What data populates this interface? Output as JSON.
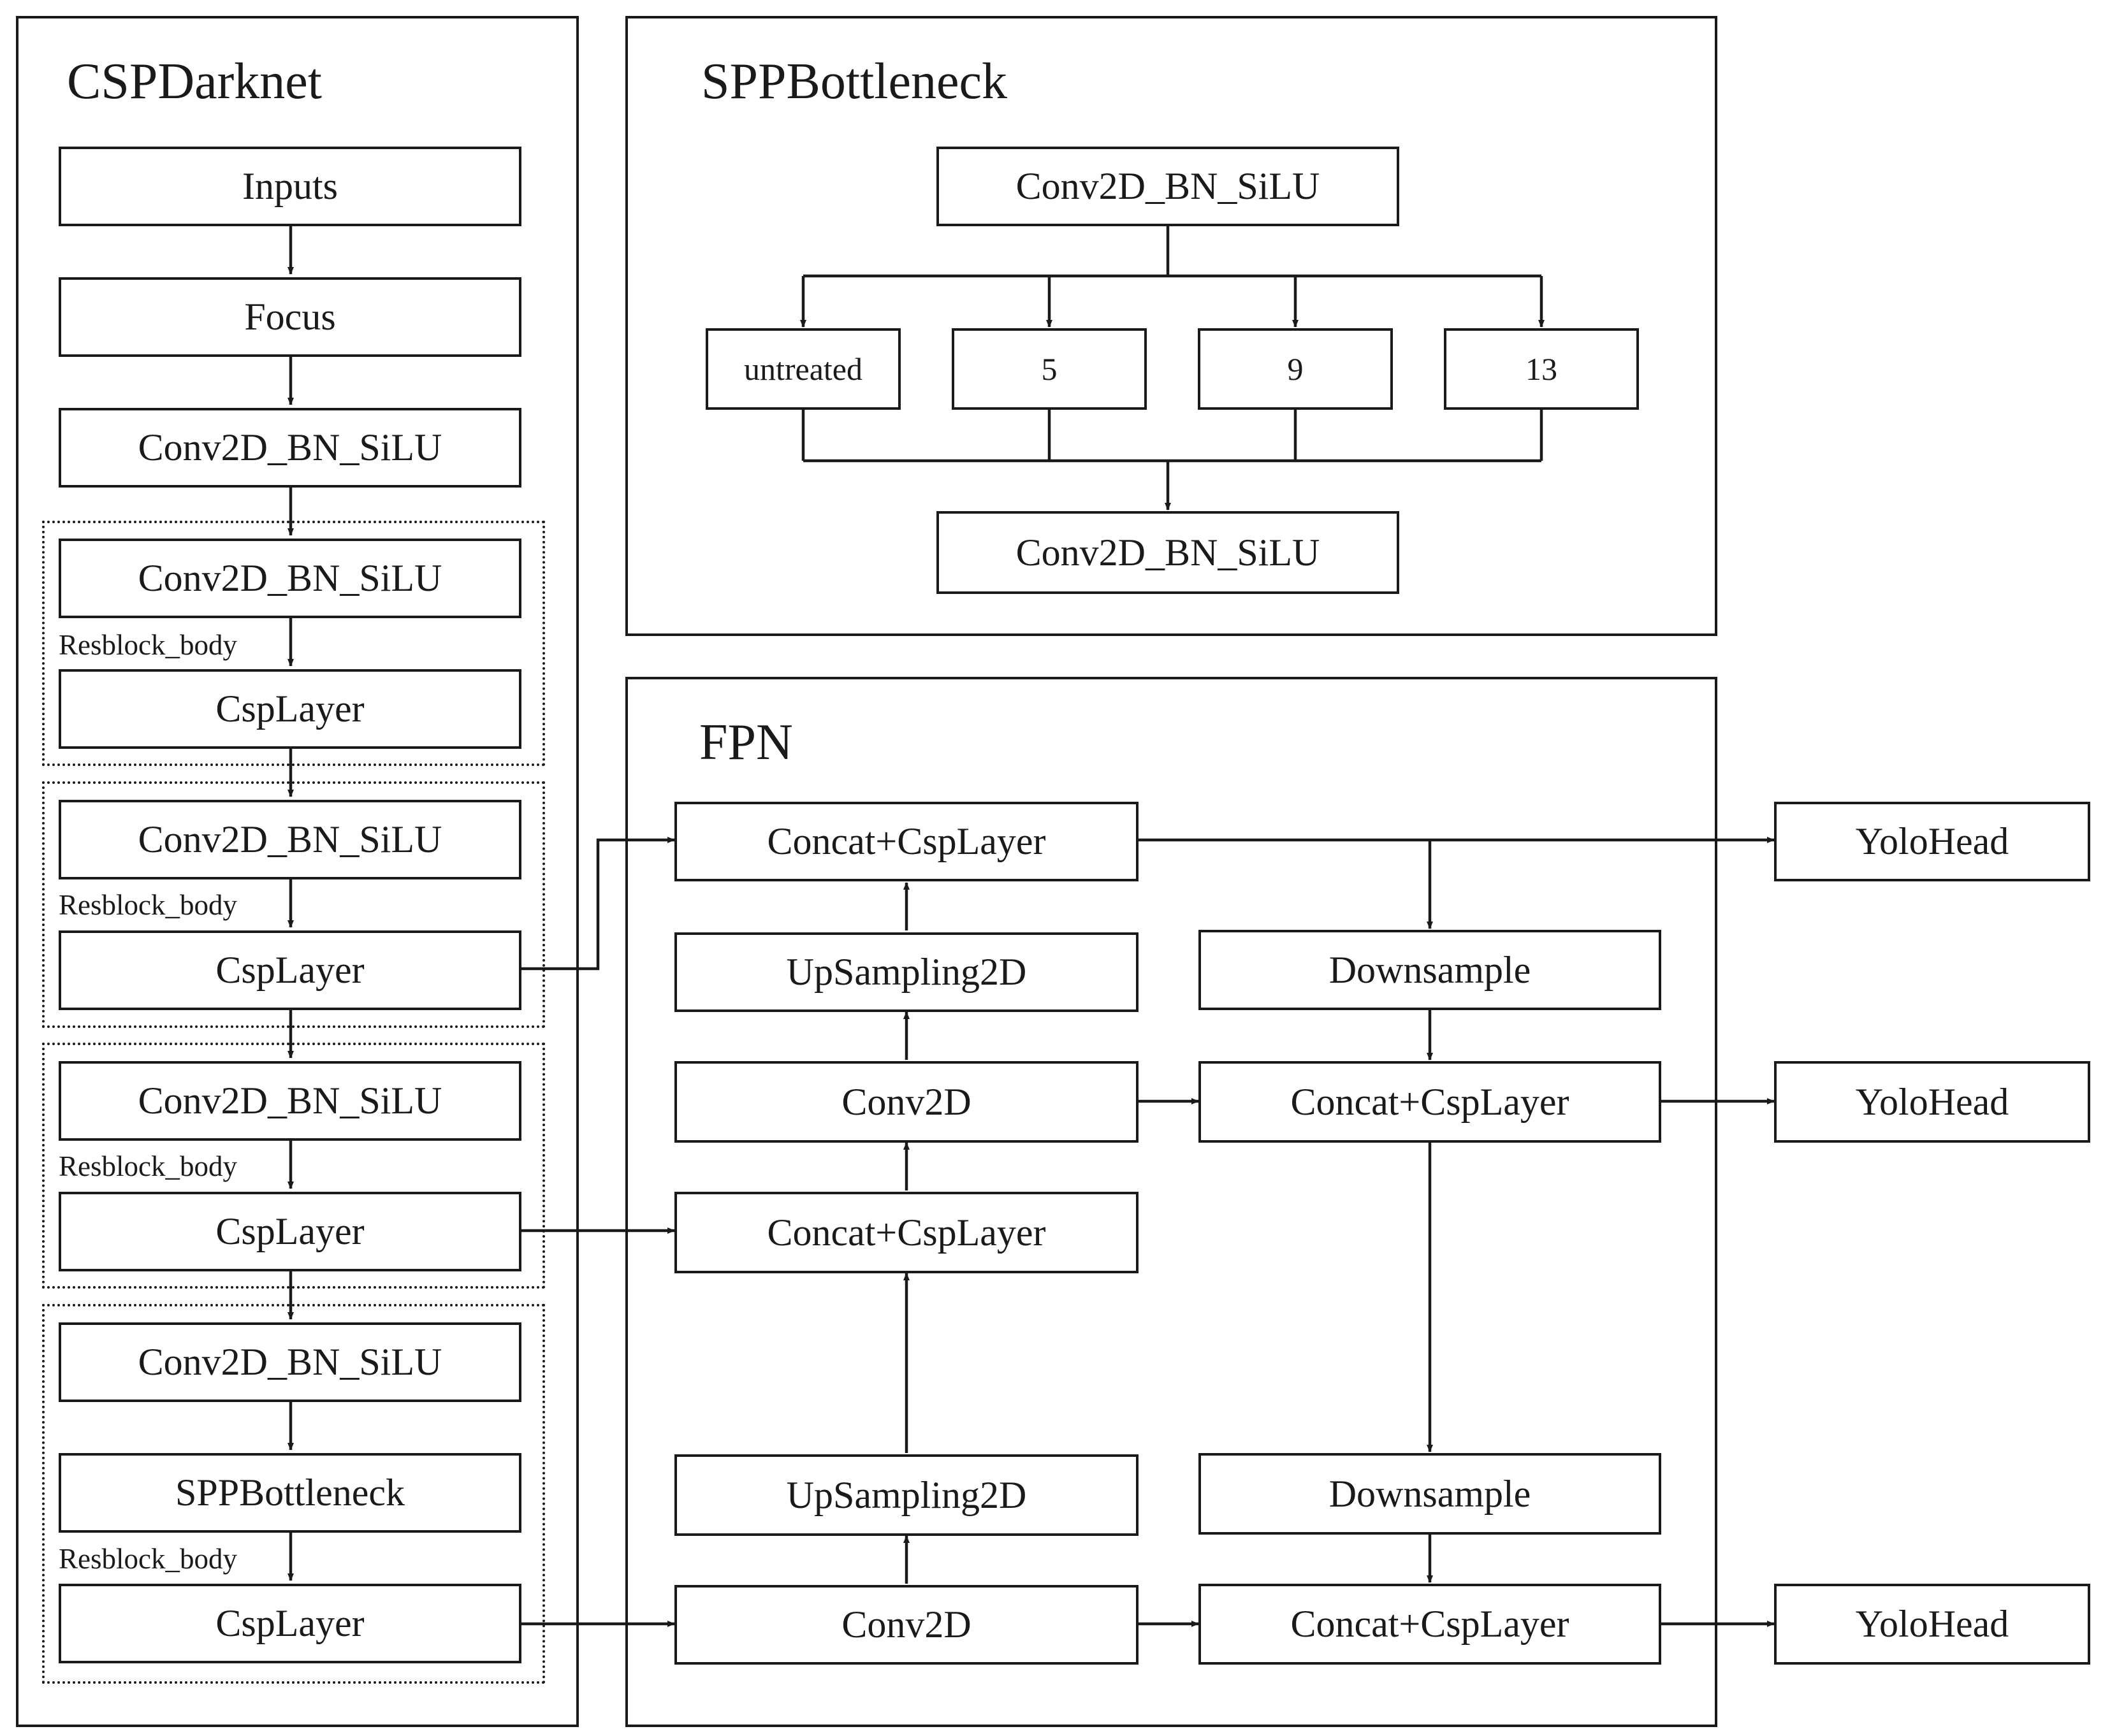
{
  "cspdarknet": {
    "title": "CSPDarknet",
    "inputs": "Inputs",
    "focus": "Focus",
    "conv_stem": "Conv2D_BN_SiLU",
    "resblock_label": "Resblock_body",
    "block1": {
      "conv": "Conv2D_BN_SiLU",
      "csp": "CspLayer"
    },
    "block2": {
      "conv": "Conv2D_BN_SiLU",
      "csp": "CspLayer"
    },
    "block3": {
      "conv": "Conv2D_BN_SiLU",
      "csp": "CspLayer"
    },
    "block4": {
      "conv": "Conv2D_BN_SiLU",
      "spp": "SPPBottleneck",
      "csp": "CspLayer"
    }
  },
  "sppbottleneck": {
    "title": "SPPBottleneck",
    "conv_in": "Conv2D_BN_SiLU",
    "branches": [
      "untreated",
      "5",
      "9",
      "13"
    ],
    "conv_out": "Conv2D_BN_SiLU"
  },
  "fpn": {
    "title": "FPN",
    "concat_top": "Concat+CspLayer",
    "upsample_top": "UpSampling2D",
    "conv_mid": "Conv2D",
    "concat_mid": "Concat+CspLayer",
    "upsample_bottom": "UpSampling2D",
    "conv_bottom": "Conv2D",
    "downsample_top": "Downsample",
    "concat_right_mid": "Concat+CspLayer",
    "downsample_bottom": "Downsample",
    "concat_right_bottom": "Concat+CspLayer"
  },
  "heads": [
    "YoloHead",
    "YoloHead",
    "YoloHead"
  ]
}
